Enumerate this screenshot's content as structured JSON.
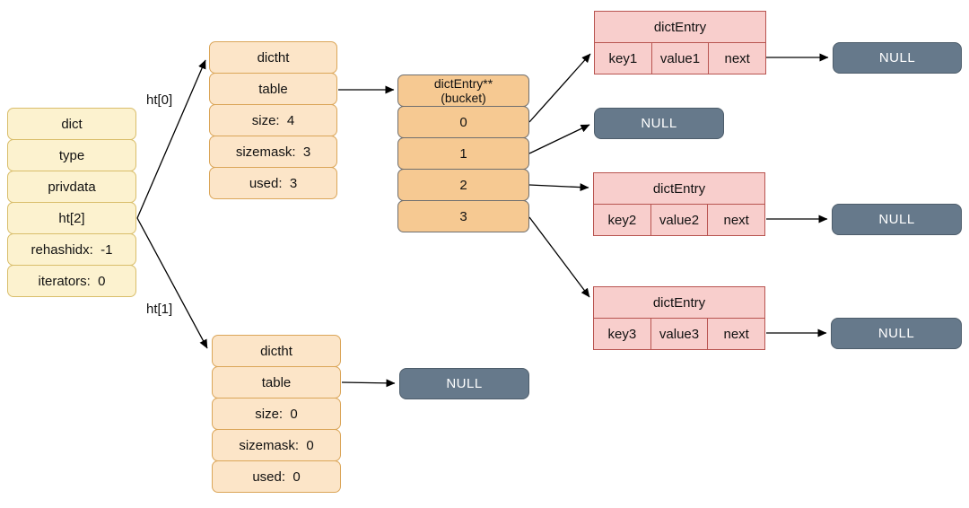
{
  "labels": {
    "null": "NULL",
    "ht0": "ht[0]",
    "ht1": "ht[1]"
  },
  "dict_stack": {
    "rows": [
      "dict",
      "type",
      "privdata",
      "ht[2]",
      "rehashidx:  -1",
      "iterators:  0"
    ]
  },
  "ht0_stack": {
    "rows": [
      "dictht",
      "table",
      "size:  4",
      "sizemask:  3",
      "used:  3"
    ]
  },
  "ht1_stack": {
    "rows": [
      "dictht",
      "table",
      "size:  0",
      "sizemask:  0",
      "used:  0"
    ]
  },
  "bucket_stack": {
    "header_line1": "dictEntry**",
    "header_line2": "(bucket)",
    "rows": [
      "0",
      "1",
      "2",
      "3"
    ]
  },
  "entries": [
    {
      "title": "dictEntry",
      "cells": [
        "key1",
        "value1",
        "next"
      ]
    },
    {
      "title": "dictEntry",
      "cells": [
        "key2",
        "value2",
        "next"
      ]
    },
    {
      "title": "dictEntry",
      "cells": [
        "key3",
        "value3",
        "next"
      ]
    }
  ],
  "colors": {
    "struct_fill": "#FCF2CF",
    "struct_stroke": "#D9BE6B",
    "dictht_fill": "#FCE5C8",
    "dictht_stroke": "#DBA659",
    "bucket_fill": "#F6C992",
    "bucket_stroke": "#6F6F6F",
    "entry_fill": "#F8CECC",
    "entry_stroke": "#B85450",
    "null_fill": "#66798B",
    "null_stroke": "#4D5D6B",
    "null_text": "#FFFFFF",
    "arrow": "#000000"
  }
}
